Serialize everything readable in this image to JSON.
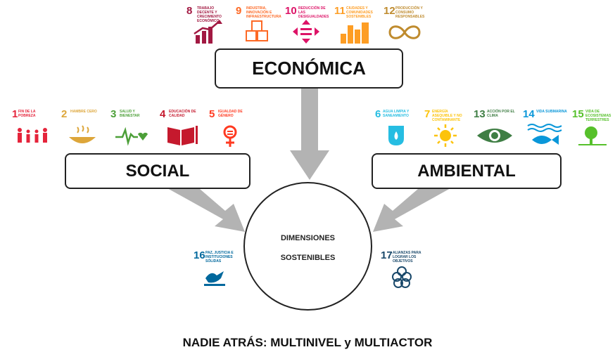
{
  "colors": {
    "sdg1": "#e5243b",
    "sdg2": "#dda63a",
    "sdg3": "#4c9f38",
    "sdg4": "#c5192d",
    "sdg5": "#ff3a21",
    "sdg6": "#26bde2",
    "sdg7": "#fcc30b",
    "sdg8": "#a21942",
    "sdg9": "#fd6925",
    "sdg10": "#dd1367",
    "sdg11": "#fd9d24",
    "sdg12": "#bf8b2e",
    "sdg13": "#3f7e44",
    "sdg14": "#0a97d9",
    "sdg15": "#56c02b",
    "sdg16": "#00689d",
    "sdg17": "#19486a",
    "arrow": "#b3b3b3",
    "outline": "#222222"
  },
  "dimensions": {
    "economica": "ECONÓMICA",
    "social": "SOCIAL",
    "ambiental": "AMBIENTAL"
  },
  "center": {
    "line1": "DIMENSIONES",
    "line2": "SOSTENIBLES"
  },
  "footer": "NADIE ATRÁS: MULTINIVEL y MULTIACTOR",
  "sdgs": {
    "g1": {
      "num": "1",
      "label": "FIN DE LA POBREZA",
      "icon": "family-icon"
    },
    "g2": {
      "num": "2",
      "label": "HAMBRE CERO",
      "icon": "bowl-icon"
    },
    "g3": {
      "num": "3",
      "label": "SALUD Y BIENESTAR",
      "icon": "heartbeat-icon"
    },
    "g4": {
      "num": "4",
      "label": "EDUCACIÓN DE CALIDAD",
      "icon": "book-icon"
    },
    "g5": {
      "num": "5",
      "label": "IGUALDAD DE GÉNERO",
      "icon": "gender-icon"
    },
    "g6": {
      "num": "6",
      "label": "AGUA LIMPIA Y SANEAMIENTO",
      "icon": "water-drop-icon"
    },
    "g7": {
      "num": "7",
      "label": "ENERGÍA ASEQUIBLE Y NO CONTAMINANTE",
      "icon": "sun-icon"
    },
    "g8": {
      "num": "8",
      "label": "TRABAJO DECENTE Y CRECIMIENTO ECONÓMICO",
      "icon": "growth-chart-icon"
    },
    "g9": {
      "num": "9",
      "label": "INDUSTRIA, INNOVACIÓN E INFRAESTRUCTURA",
      "icon": "cubes-icon"
    },
    "g10": {
      "num": "10",
      "label": "REDUCCIÓN DE LAS DESIGUALDADES",
      "icon": "equality-icon"
    },
    "g11": {
      "num": "11",
      "label": "CIUDADES Y COMUNIDADES SOSTENIBLES",
      "icon": "city-icon"
    },
    "g12": {
      "num": "12",
      "label": "PRODUCCIÓN Y CONSUMO RESPONSABLES",
      "icon": "infinity-icon"
    },
    "g13": {
      "num": "13",
      "label": "ACCIÓN POR EL CLIMA",
      "icon": "eye-globe-icon"
    },
    "g14": {
      "num": "14",
      "label": "VIDA SUBMARINA",
      "icon": "fish-icon"
    },
    "g15": {
      "num": "15",
      "label": "VIDA DE ECOSISTEMAS TERRESTRES",
      "icon": "tree-icon"
    },
    "g16": {
      "num": "16",
      "label": "PAZ, JUSTICIA E INSTITUCIONES SÓLIDAS",
      "icon": "dove-icon"
    },
    "g17": {
      "num": "17",
      "label": "ALIANZAS PARA LOGRAR LOS OBJETIVOS",
      "icon": "rings-icon"
    }
  }
}
